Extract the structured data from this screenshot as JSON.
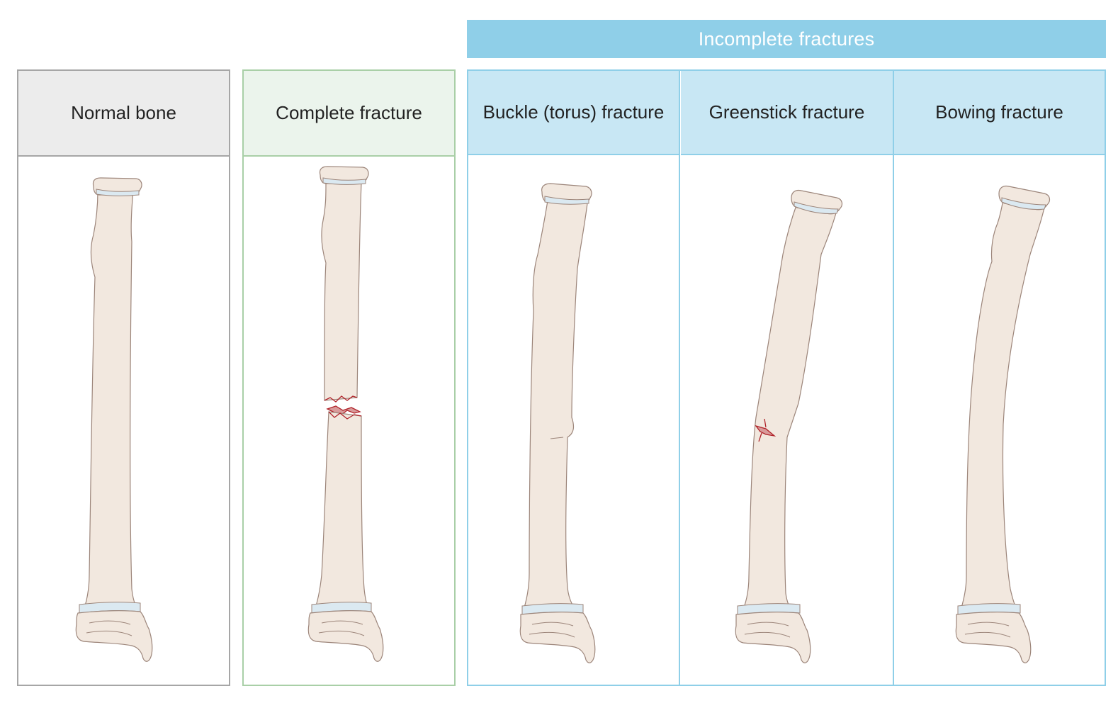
{
  "group_banner": {
    "label": "Incomplete fractures",
    "color": "#8fcfe8"
  },
  "panels": [
    {
      "id": "normal",
      "title": "Normal bone",
      "border_color": "#a6a6a6",
      "header_color": "#ececec"
    },
    {
      "id": "complete",
      "title": "Complete fracture",
      "border_color": "#a9cfa7",
      "header_color": "#ebf4ec"
    },
    {
      "id": "buckle",
      "title": "Buckle (torus) fracture",
      "border_color": "#8fcfe8",
      "header_color": "#c8e7f4"
    },
    {
      "id": "greenstick",
      "title": "Greenstick fracture",
      "border_color": "#8fcfe8",
      "header_color": "#c8e7f4"
    },
    {
      "id": "bowing",
      "title": "Bowing fracture",
      "border_color": "#8fcfe8",
      "header_color": "#c8e7f4"
    }
  ],
  "colors": {
    "bone": "#f2e8df",
    "bone_outline": "#9c857a",
    "growth_plate": "#dbe9f1",
    "fracture": "#b0232a"
  }
}
